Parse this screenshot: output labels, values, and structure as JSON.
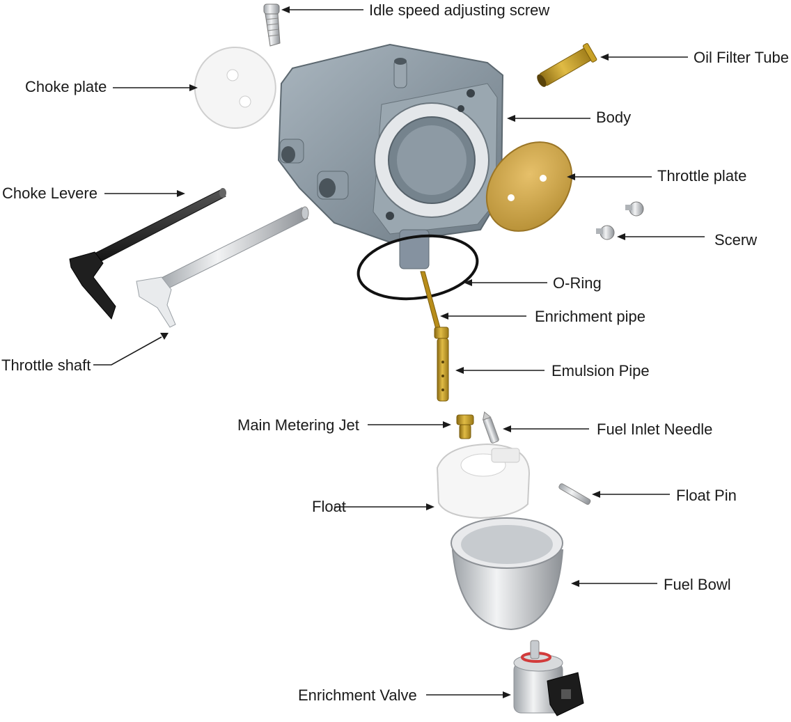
{
  "labels": {
    "idle_screw": "Idle speed adjusting screw",
    "oil_filter_tube": "Oil Filter Tube",
    "choke_plate": "Choke plate",
    "body": "Body",
    "throttle_plate": "Throttle plate",
    "choke_lever": "Choke Levere",
    "screw": "Scerw",
    "o_ring": "O-Ring",
    "enrichment_pipe": "Enrichment pipe",
    "throttle_shaft": "Throttle shaft",
    "emulsion_pipe": "Emulsion Pipe",
    "main_metering_jet": "Main Metering Jet",
    "fuel_inlet_needle": "Fuel Inlet Needle",
    "float": "Float",
    "float_pin": "Float Pin",
    "fuel_bowl": "Fuel Bowl",
    "enrichment_valve": "Enrichment Valve"
  },
  "colors": {
    "body_metal": "#8e9ba6",
    "brass": "#c9a227",
    "aluminum": "#d6d9dc",
    "black": "#1c1c1c",
    "white_part": "#f4f4f4",
    "solenoid_ring": "#d23b3b"
  }
}
